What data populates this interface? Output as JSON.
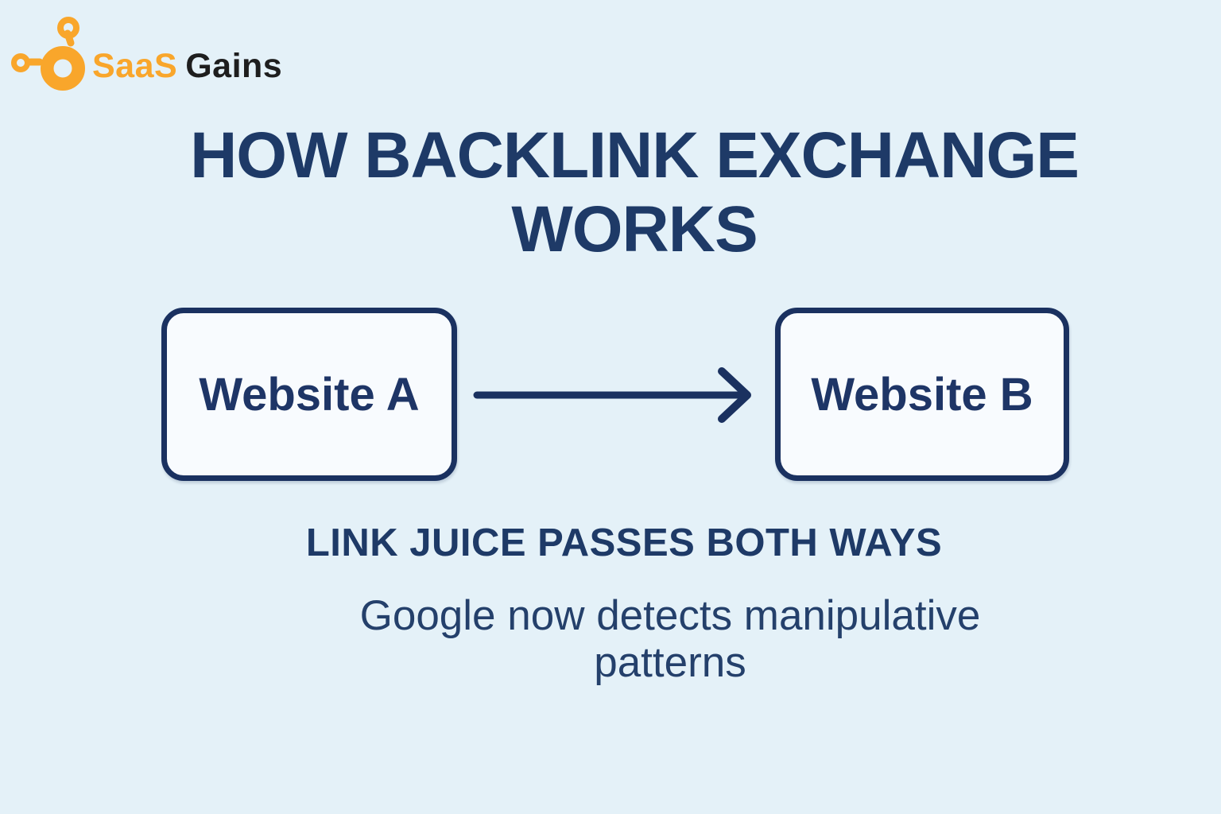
{
  "logo": {
    "brand_part1": "SaaS",
    "brand_part2": "Gains",
    "icon": "molecule-nodes-icon",
    "icon_color": "#F9A62B",
    "text_color_primary": "#F9A62B",
    "text_color_secondary": "#1E1E1E"
  },
  "title": {
    "line1": "HOW BACKLINK EXCHANGE",
    "line2": "WORKS"
  },
  "diagram": {
    "node_a": {
      "label": "Website A"
    },
    "node_b": {
      "label": "Website B"
    },
    "arrow": {
      "direction": "right"
    }
  },
  "caption": {
    "heading": "LINK JUICE PASSES BOTH WAYS",
    "body_line1": "Google now detects manipulative",
    "body_line2": "patterns"
  },
  "colors": {
    "background": "#E4F1F8",
    "navy_text": "#1E3A67",
    "box_border": "#1A3160",
    "box_fill": "#F8FBFE",
    "brand_orange": "#F9A62B"
  }
}
